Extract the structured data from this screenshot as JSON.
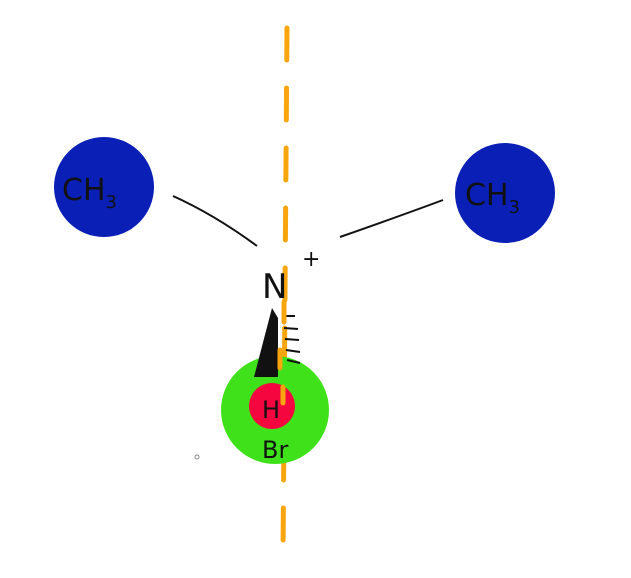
{
  "colors": {
    "methyl": "#0a1fb5",
    "bromide_outer": "#3fe11a",
    "hydrogen_inner": "#f5063e",
    "axis_dash": "#f9a50e",
    "ink": "#111111"
  },
  "labels": {
    "methyl_left": {
      "main": "CH",
      "sub": "3"
    },
    "methyl_right": {
      "main": "CH",
      "sub": "3"
    },
    "nitrogen": "N",
    "charge": "+",
    "hydrogen": "H",
    "bromine": "Br"
  }
}
